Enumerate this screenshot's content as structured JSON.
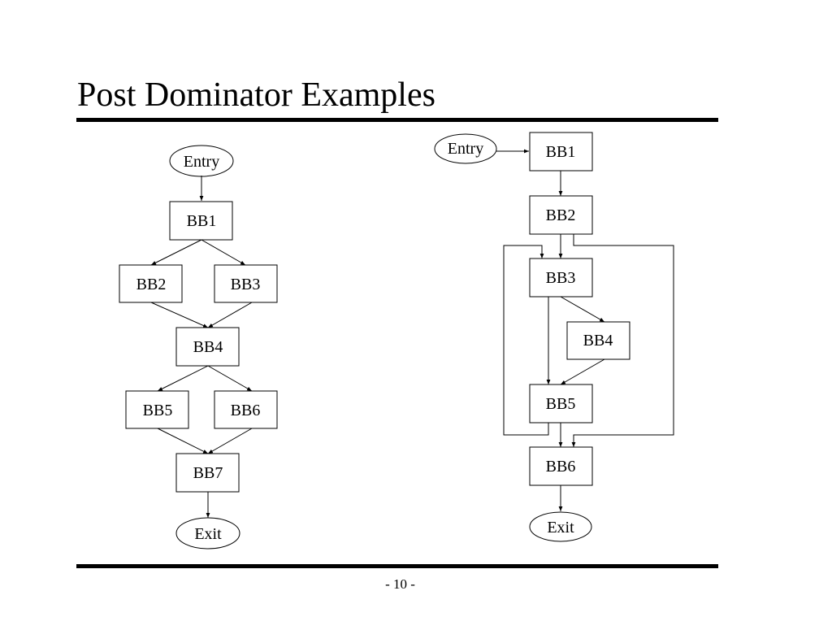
{
  "slide": {
    "title": "Post Dominator Examples",
    "page_number": "- 10 -"
  },
  "diagram_left": {
    "nodes": [
      {
        "id": "entry",
        "label": "Entry",
        "shape": "ellipse"
      },
      {
        "id": "bb1",
        "label": "BB1",
        "shape": "box"
      },
      {
        "id": "bb2",
        "label": "BB2",
        "shape": "box"
      },
      {
        "id": "bb3",
        "label": "BB3",
        "shape": "box"
      },
      {
        "id": "bb4",
        "label": "BB4",
        "shape": "box"
      },
      {
        "id": "bb5",
        "label": "BB5",
        "shape": "box"
      },
      {
        "id": "bb6",
        "label": "BB6",
        "shape": "box"
      },
      {
        "id": "bb7",
        "label": "BB7",
        "shape": "box"
      },
      {
        "id": "exit",
        "label": "Exit",
        "shape": "ellipse"
      }
    ],
    "edges": [
      [
        "entry",
        "bb1"
      ],
      [
        "bb1",
        "bb2"
      ],
      [
        "bb1",
        "bb3"
      ],
      [
        "bb2",
        "bb4"
      ],
      [
        "bb3",
        "bb4"
      ],
      [
        "bb4",
        "bb5"
      ],
      [
        "bb4",
        "bb6"
      ],
      [
        "bb5",
        "bb7"
      ],
      [
        "bb6",
        "bb7"
      ],
      [
        "bb7",
        "exit"
      ]
    ]
  },
  "diagram_right": {
    "nodes": [
      {
        "id": "entry",
        "label": "Entry",
        "shape": "ellipse"
      },
      {
        "id": "bb1",
        "label": "BB1",
        "shape": "box"
      },
      {
        "id": "bb2",
        "label": "BB2",
        "shape": "box"
      },
      {
        "id": "bb3",
        "label": "BB3",
        "shape": "box"
      },
      {
        "id": "bb4",
        "label": "BB4",
        "shape": "box"
      },
      {
        "id": "bb5",
        "label": "BB5",
        "shape": "box"
      },
      {
        "id": "bb6",
        "label": "BB6",
        "shape": "box"
      },
      {
        "id": "exit",
        "label": "Exit",
        "shape": "ellipse"
      }
    ],
    "edges": [
      [
        "entry",
        "bb1"
      ],
      [
        "bb1",
        "bb2"
      ],
      [
        "bb2",
        "bb3"
      ],
      [
        "bb2",
        "bb6"
      ],
      [
        "bb3",
        "bb4"
      ],
      [
        "bb3",
        "bb5"
      ],
      [
        "bb4",
        "bb5"
      ],
      [
        "bb5",
        "bb3"
      ],
      [
        "bb5",
        "bb6"
      ],
      [
        "bb6",
        "exit"
      ]
    ]
  }
}
